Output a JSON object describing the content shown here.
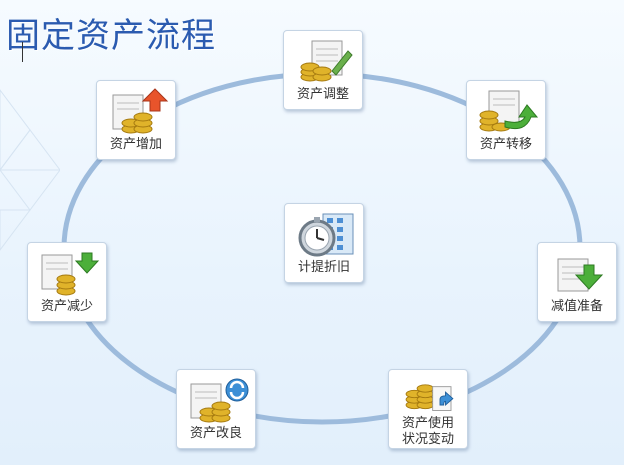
{
  "title": "固定资产流程",
  "nodes": {
    "adjust": {
      "label": "资产调整",
      "icon": "coins-pencil-icon"
    },
    "add": {
      "label": "资产增加",
      "icon": "coins-up-arrow-icon"
    },
    "transfer": {
      "label": "资产转移",
      "icon": "coins-green-arrow-icon"
    },
    "depreciate": {
      "label": "计提折旧",
      "icon": "clock-building-icon"
    },
    "reduce": {
      "label": "资产减少",
      "icon": "coins-down-arrow-icon"
    },
    "impair": {
      "label": "减值准备",
      "icon": "doc-down-arrow-icon"
    },
    "improve": {
      "label": "资产改良",
      "icon": "coins-refresh-icon"
    },
    "status": {
      "label": "资产使用\n状况变动",
      "icon": "coins-doc-arrow-icon"
    }
  },
  "colors": {
    "title": "#2b5bb0",
    "ring": "#9dbbdc",
    "gold": "#e0b32a"
  }
}
